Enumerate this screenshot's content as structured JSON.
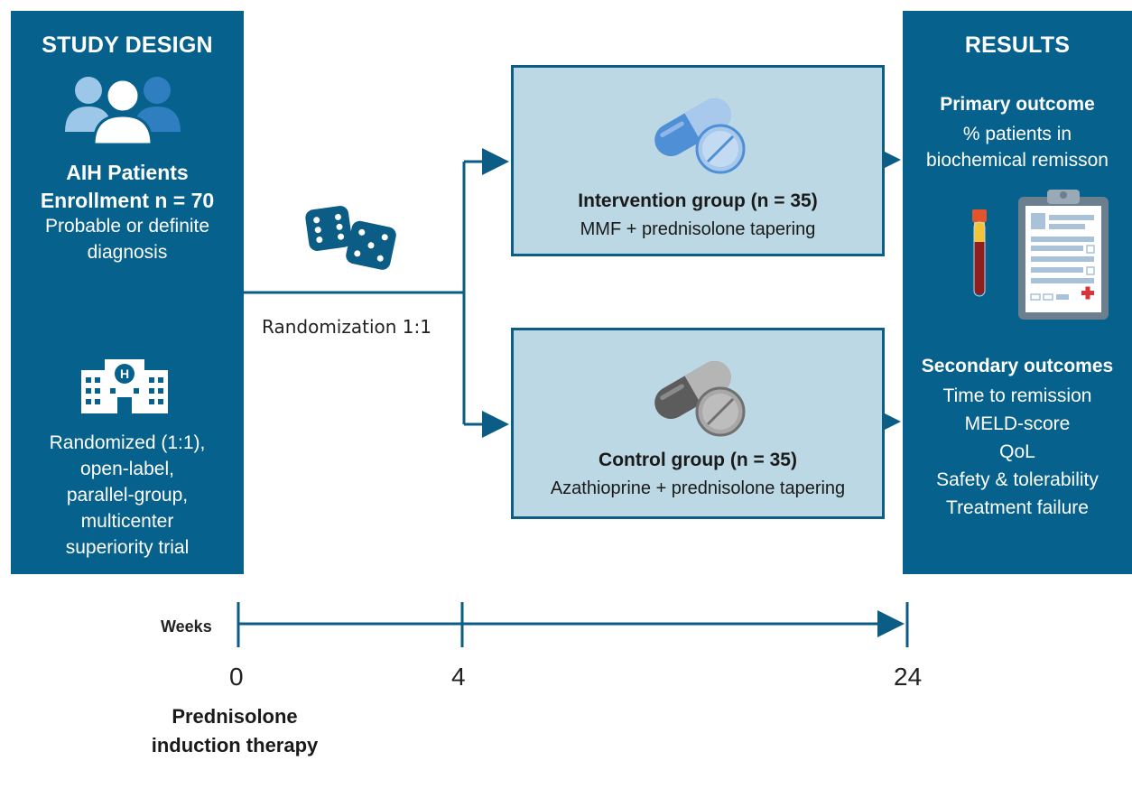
{
  "study_design": {
    "title": "STUDY DESIGN",
    "patients_line1": "AIH Patients",
    "patients_line2": "Enrollment n = 70",
    "diagnosis_lines": [
      "Probable or definite",
      "diagnosis"
    ],
    "trial_lines": [
      "Randomized (1:1),",
      "open-label,",
      "parallel-group,",
      "multicenter",
      "superiority trial"
    ]
  },
  "randomization": {
    "label": "Randomization 1:1"
  },
  "groups": [
    {
      "title": "Intervention group (n = 35)",
      "treatment": "MMF + prednisolone tapering",
      "pill_color": "#4f8fd6"
    },
    {
      "title": "Control group (n = 35)",
      "treatment": "Azathioprine + prednisolone tapering",
      "pill_color": "#707070"
    }
  ],
  "results": {
    "title": "RESULTS",
    "primary_heading": "Primary outcome",
    "primary_lines": [
      "% patients in",
      "biochemical remisson"
    ],
    "secondary_heading": "Secondary outcomes",
    "secondary_lines": [
      "Time to remission",
      "MELD-score",
      "QoL",
      "Safety & tolerability",
      "Treatment failure"
    ]
  },
  "timeline": {
    "label": "Weeks",
    "ticks": [
      "0",
      "4",
      "24"
    ],
    "footer_lines": [
      "Prednisolone",
      "induction therapy"
    ]
  },
  "icons": [
    "people-icon",
    "dice-icon",
    "hospital-icon",
    "pill-icon",
    "blood-tube-icon",
    "clipboard-icon"
  ],
  "colors": {
    "panel": "#06618c",
    "box_fill": "#bcd8e4",
    "arrow": "#0b5d86"
  }
}
